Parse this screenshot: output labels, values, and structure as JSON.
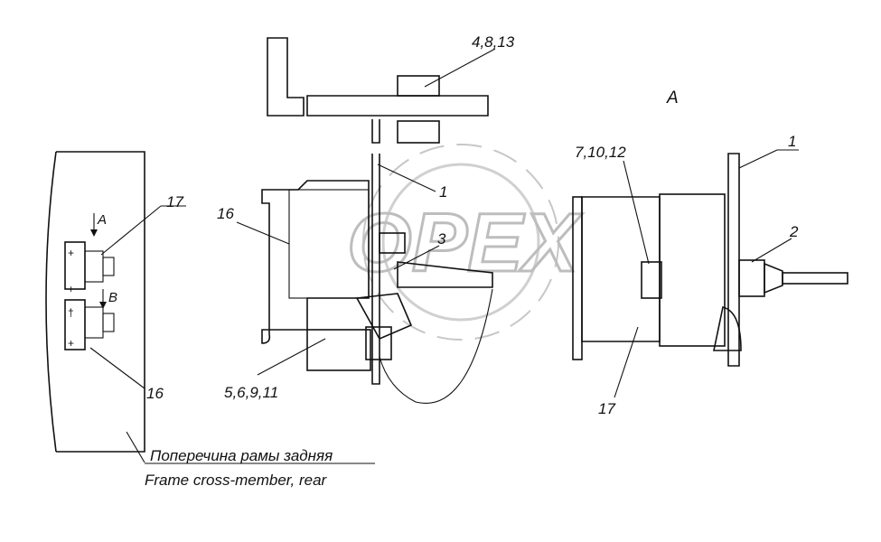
{
  "watermark": {
    "text": "OPEX"
  },
  "left_view": {
    "title": "",
    "labels": {
      "ref_17": "17",
      "view_a": "A",
      "view_b": "B",
      "ref_16": "16"
    },
    "caption_ru": "Поперечина рамы задняя",
    "caption_en": "Frame cross-member, rear"
  },
  "center_view": {
    "labels": {
      "ref_4_8_13": "4,8,13",
      "ref_16": "16",
      "ref_1": "1",
      "ref_3": "3",
      "ref_5_6_9_11": "5,6,9,11"
    }
  },
  "right_view": {
    "view_label": "A",
    "labels": {
      "ref_7_10_12": "7,10,12",
      "ref_1": "1",
      "ref_2": "2",
      "ref_17": "17"
    }
  }
}
